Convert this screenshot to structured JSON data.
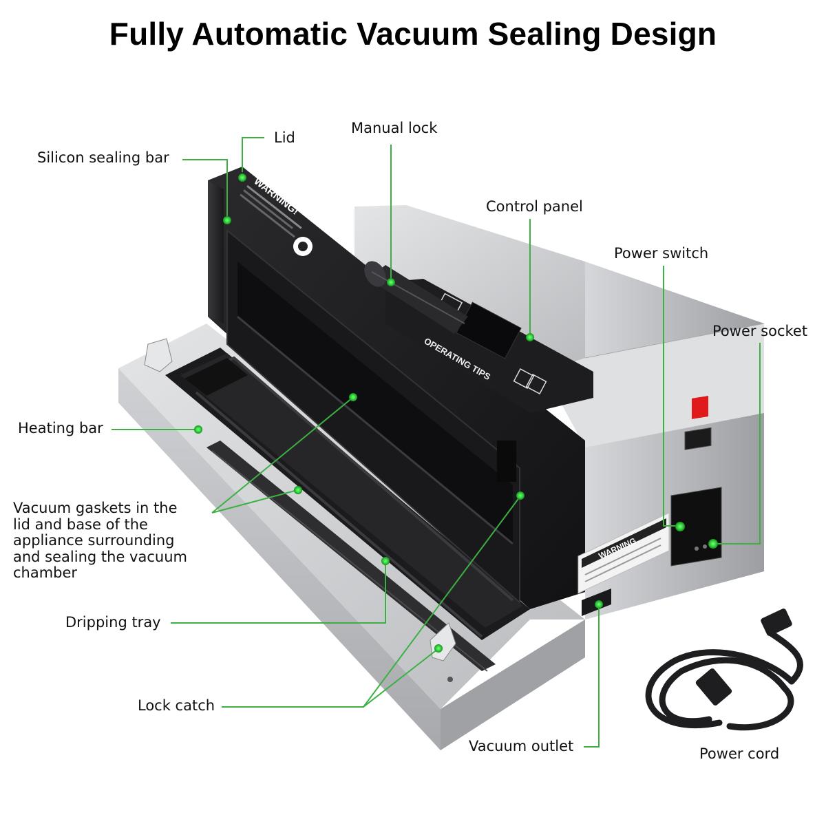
{
  "title": "Fully Automatic Vacuum Sealing Design",
  "colors": {
    "accent": "#3cb043",
    "dot": "#4ade4f",
    "body_dark": "#1f1f21",
    "body_steel": "#c9cbce"
  },
  "labels": {
    "lid": "Lid",
    "silicon_sealing_bar": "Silicon sealing bar",
    "manual_lock": "Manual lock",
    "control_panel": "Control panel",
    "power_switch": "Power switch",
    "power_socket": "Power socket",
    "heating_bar": "Heating bar",
    "vacuum_gaskets": "Vacuum gaskets in the lid and base of the appliance surrounding and sealing the vacuum chamber",
    "dripping_tray": "Dripping tray",
    "lock_catch": "Lock catch",
    "vacuum_outlet": "Vacuum outlet",
    "power_cord": "Power cord"
  },
  "device_markings": {
    "lid_warning": "WARNING!",
    "panel_tips": "OPERATING TIPS",
    "side_warning": "WARNING"
  }
}
